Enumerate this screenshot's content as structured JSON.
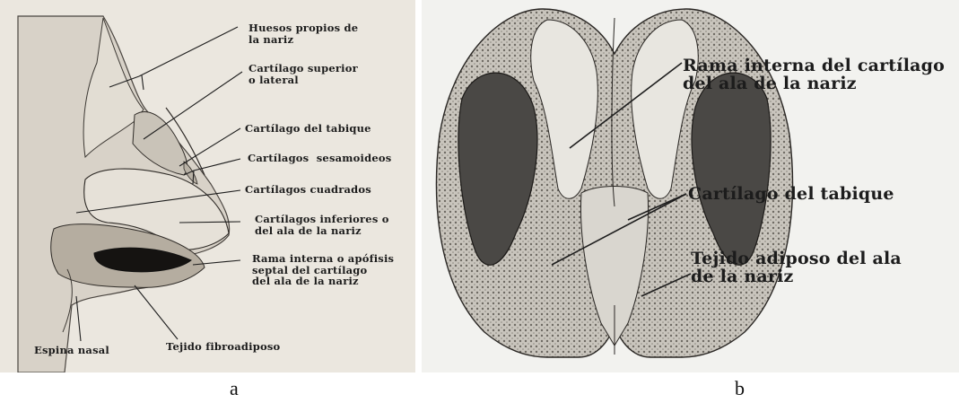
{
  "panel_a": {
    "labels": {
      "huesos": "Huesos propios de\nla nariz",
      "superior": "Cartílago superior\no lateral",
      "tabique": "Cartílago del tabique",
      "sesamoideos": "Cartílagos  sesamoideos",
      "cuadrados": "Cartílagos cuadrados",
      "inferiores": "Cartílagos inferiores o\ndel ala de la nariz",
      "rama": "Rama interna o apófisis\nseptal del cartílago\ndel ala de la nariz",
      "espina": "Espina nasal",
      "fibro": "Tejido fibroadiposo"
    },
    "caption": "a"
  },
  "panel_b": {
    "labels": {
      "rama": "Rama interna del cartílago\ndel ala de la nariz",
      "tabique": "Cartílago del tabique",
      "adiposo": "Tejido adiposo del ala\nde la nariz"
    },
    "caption": "b"
  }
}
